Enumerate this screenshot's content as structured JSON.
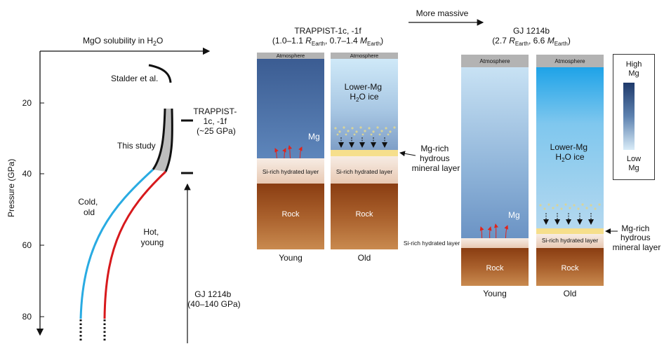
{
  "left_plot": {
    "x_axis_label": "MgO solubility in H",
    "x_axis_label_sub": "2",
    "x_axis_label_end": "O",
    "y_axis_label": "Pressure (GPa)",
    "y_ticks": [
      "20",
      "40",
      "60",
      "80"
    ],
    "stalder_label": "Stalder et al.",
    "this_study_label": "This study",
    "trappist_label_1": "TRAPPIST-",
    "trappist_label_2": "1c, -1f",
    "trappist_label_3": "(~25 GPa)",
    "cold_label_1": "Cold,",
    "cold_label_2": "old",
    "hot_label_1": "Hot,",
    "hot_label_2": "young",
    "gj_label_1": "GJ 1214b",
    "gj_label_2": "(40–140 GPa)",
    "colors": {
      "cold": "#29abe2",
      "hot": "#d7191c",
      "shade": "#bdbdbd"
    }
  },
  "more_massive_label": "More massive",
  "trappist_panel": {
    "title": "TRAPPIST-1c, -1f",
    "subtitle_1": "(1.0–1.1 ",
    "subtitle_R": "R",
    "subtitle_Rsub": "Earth",
    "subtitle_2": ", 0.7–1.4 ",
    "subtitle_M": "M",
    "subtitle_Msub": "Earth",
    "subtitle_3": ")",
    "young": {
      "atmosphere": "Atmosphere",
      "mg": "Mg",
      "si_layer": "Si-rich hydrated layer",
      "rock": "Rock",
      "caption": "Young"
    },
    "old": {
      "atmosphere": "Atmosphere",
      "ice_1": "Lower-Mg",
      "ice_2": "H",
      "ice_2_sub": "2",
      "ice_2_end": "O ice",
      "si_layer": "Si-rich hydrated layer",
      "rock": "Rock",
      "caption": "Old"
    },
    "mineral_label_1": "Mg-rich",
    "mineral_label_2": "hydrous",
    "mineral_label_3": "mineral layer"
  },
  "gj_panel": {
    "title": "GJ 1214b",
    "subtitle_1": "(2.7 ",
    "subtitle_R": "R",
    "subtitle_Rsub": "Earth",
    "subtitle_2": ", 6.6 ",
    "subtitle_M": "M",
    "subtitle_Msub": "Earth",
    "subtitle_3": ")",
    "young": {
      "atmosphere": "Atmosphere",
      "mg": "Mg",
      "si_layer": "Si-rich hydrated layer",
      "rock": "Rock",
      "caption": "Young"
    },
    "old": {
      "atmosphere": "Atmosphere",
      "ice_1": "Lower-Mg",
      "ice_2": "H",
      "ice_2_sub": "2",
      "ice_2_end": "O ice",
      "si_layer": "Si-rich hydrated layer",
      "rock": "Rock",
      "caption": "Old"
    },
    "mineral_label_1": "Mg-rich",
    "mineral_label_2": "hydrous",
    "mineral_label_3": "mineral layer"
  },
  "legend": {
    "high_1": "High",
    "high_2": "Mg",
    "low_1": "Low",
    "low_2": "Mg"
  }
}
